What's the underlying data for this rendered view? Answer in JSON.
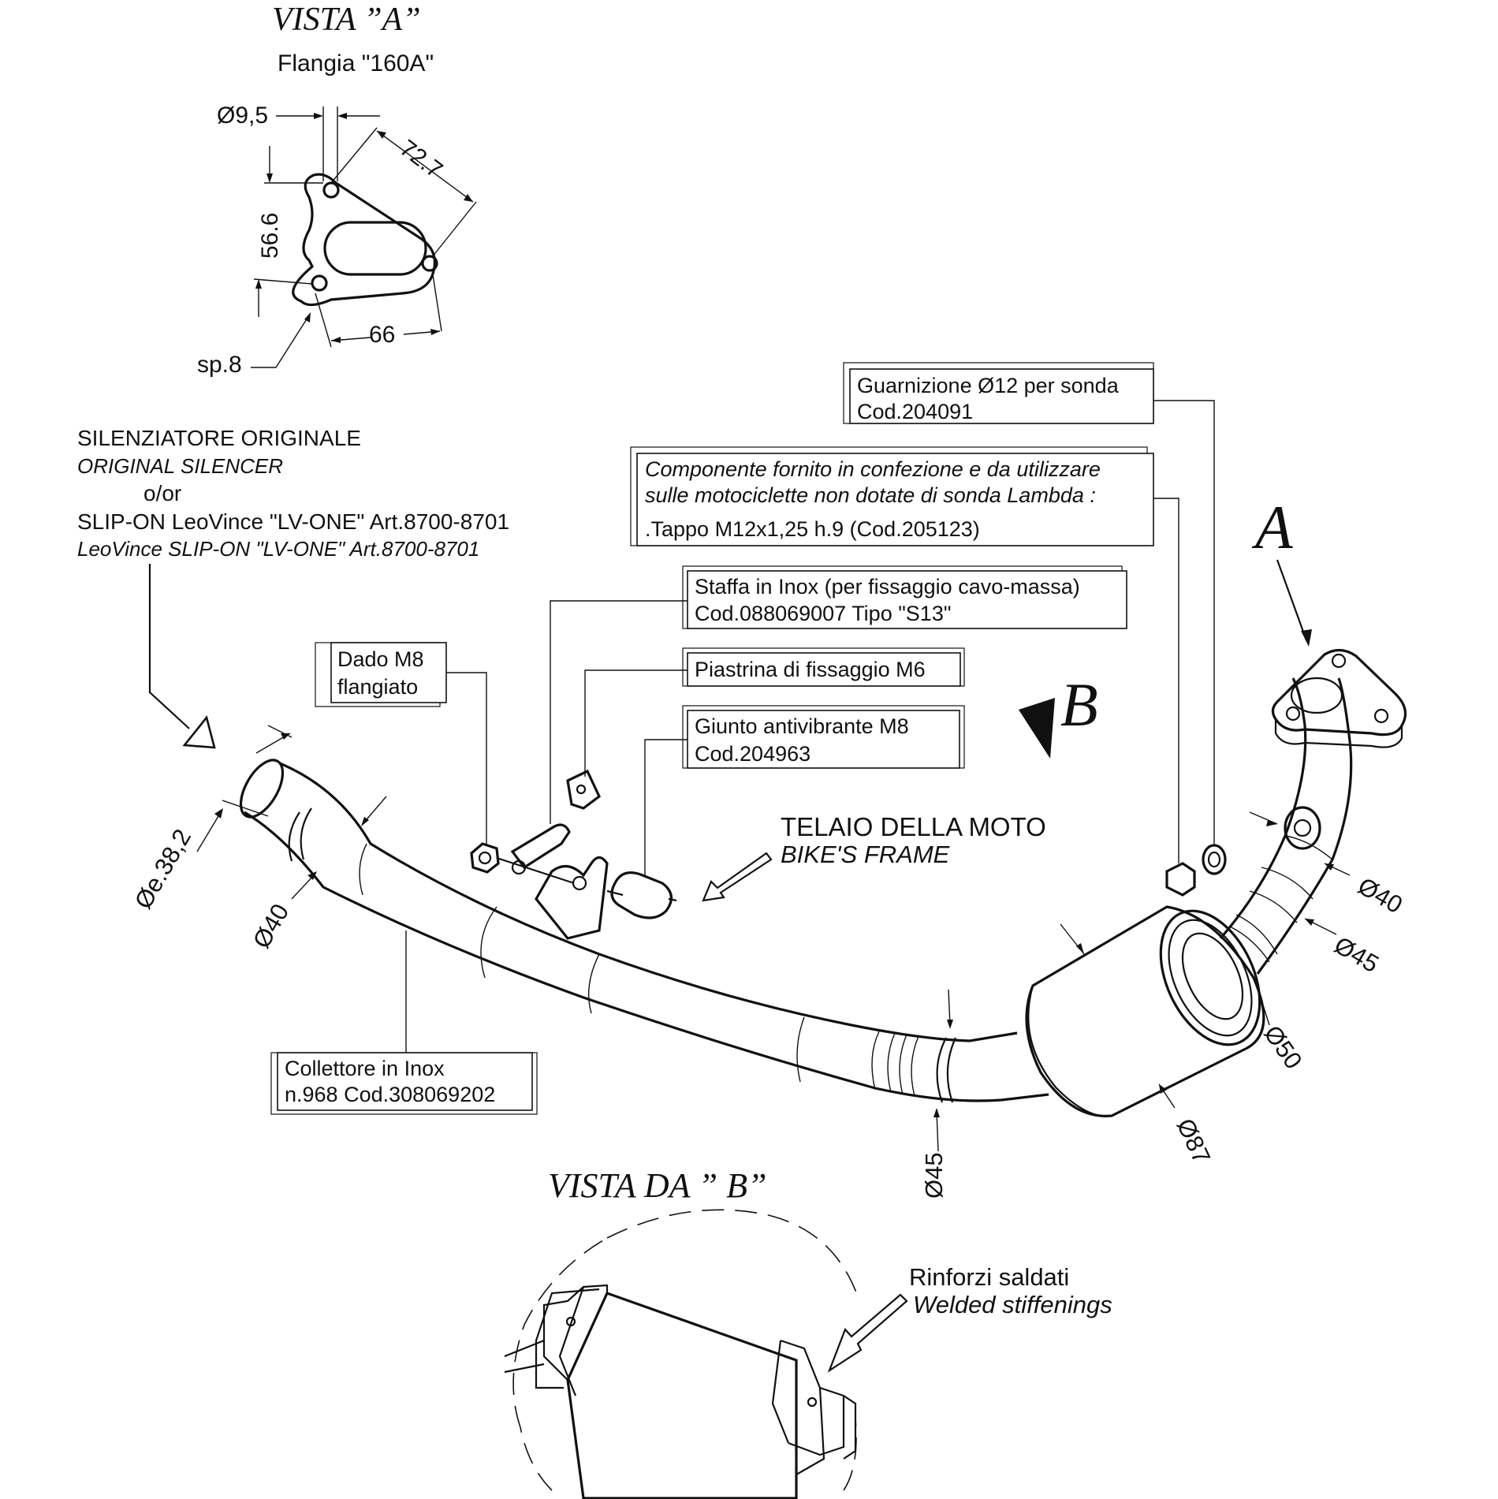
{
  "view_a": {
    "title": "VISTA ”A”",
    "subtitle": "Flangia \"160A\"",
    "dim_hole": "Ø9,5",
    "dim_diag": "72.7",
    "dim_height": "56.6",
    "dim_width": "66",
    "dim_thickness": "sp.8"
  },
  "silencer_note": {
    "line1": "SILENZIATORE ORIGINALE",
    "line2": "ORIGINAL SILENCER",
    "line3": "o/or",
    "line4": "SLIP-ON LeoVince \"LV-ONE\" Art.8700-8701",
    "line5": "LeoVince SLIP-ON \"LV-ONE\" Art.8700-8701"
  },
  "callouts": {
    "gasket": {
      "line1": "Guarnizione Ø12 per sonda",
      "line2": "Cod.204091"
    },
    "component": {
      "line1": "Componente fornito in confezione e da utilizzare",
      "line2": "sulle motociclette non dotate di sonda Lambda :",
      "line3": ".Tappo M12x1,25 h.9 (Cod.205123)"
    },
    "bracket": {
      "line1": "Staffa in Inox (per fissaggio cavo-massa)",
      "line2": "Cod.088069007  Tipo \"S13\""
    },
    "nut": {
      "line1": "Dado M8",
      "line2": "flangiato"
    },
    "plate": {
      "line1": "Piastrina di fissaggio M6"
    },
    "joint": {
      "line1": "Giunto antivibrante M8",
      "line2": "Cod.204963"
    },
    "collector": {
      "line1": "Collettore in Inox",
      "line2": "n.968  Cod.308069202"
    }
  },
  "frame_note": {
    "line1": "TELAIO DELLA MOTO",
    "line2": "BIKE'S FRAME"
  },
  "labels": {
    "view_a_marker": "A",
    "view_b_marker": "B"
  },
  "dimensions": {
    "inlet": "Øe.38,2",
    "pipe_left": "Ø40",
    "pipe_right_40": "Ø40",
    "pipe_right_45": "Ø45",
    "cat_50": "Ø50",
    "cat_87": "Ø87",
    "pipe_bottom_45": "Ø45"
  },
  "view_b": {
    "title": "VISTA  DA  ” B”",
    "note_line1": "Rinforzi saldati",
    "note_line2": "Welded stiffenings"
  }
}
